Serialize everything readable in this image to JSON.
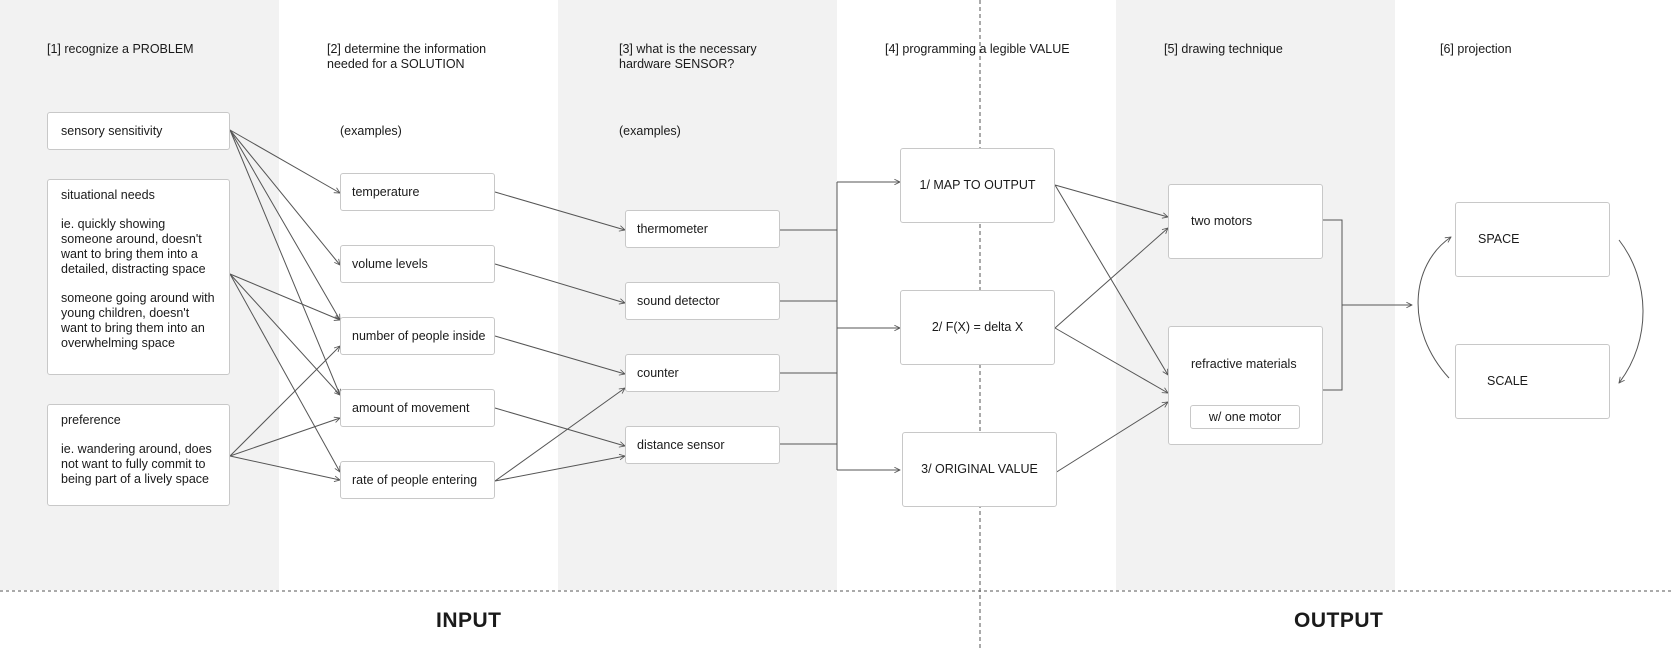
{
  "columns": [
    {
      "header": "[1] recognize a PROBLEM"
    },
    {
      "header": "[2] determine the information\nneeded for a SOLUTION",
      "note": "(examples)"
    },
    {
      "header": "[3] what is the necessary\nhardware SENSOR?",
      "note": "(examples)"
    },
    {
      "header": "[4] programming a legible VALUE"
    },
    {
      "header": "[5] drawing technique"
    },
    {
      "header": "[6] projection"
    }
  ],
  "problems": [
    {
      "title": "sensory sensitivity"
    },
    {
      "title": "situational needs",
      "desc1": "ie. quickly showing someone around, doesn't want to bring them into a detailed, distracting space",
      "desc2": "someone going around with young children, doesn't want to bring them into an overwhelming space"
    },
    {
      "title": "preference",
      "desc1": "ie. wandering around, does not want to fully commit to being part of a lively space"
    }
  ],
  "information": [
    "temperature",
    "volume levels",
    "number of people inside",
    "amount of movement",
    "rate of people entering"
  ],
  "sensors": [
    "thermometer",
    "sound detector",
    "counter",
    "distance sensor"
  ],
  "values": [
    "1/ MAP TO OUTPUT",
    "2/ F(X) = delta X",
    "3/ ORIGINAL VALUE"
  ],
  "techniques": {
    "two_motors": "two motors",
    "refractive": "refractive materials",
    "one_motor": "w/ one motor"
  },
  "projection": [
    "SPACE",
    "SCALE"
  ],
  "footer": {
    "input": "INPUT",
    "output": "OUTPUT"
  },
  "colors": {
    "band": "#f2f2f2",
    "box_border": "#c8c8c8",
    "line": "#555555"
  }
}
